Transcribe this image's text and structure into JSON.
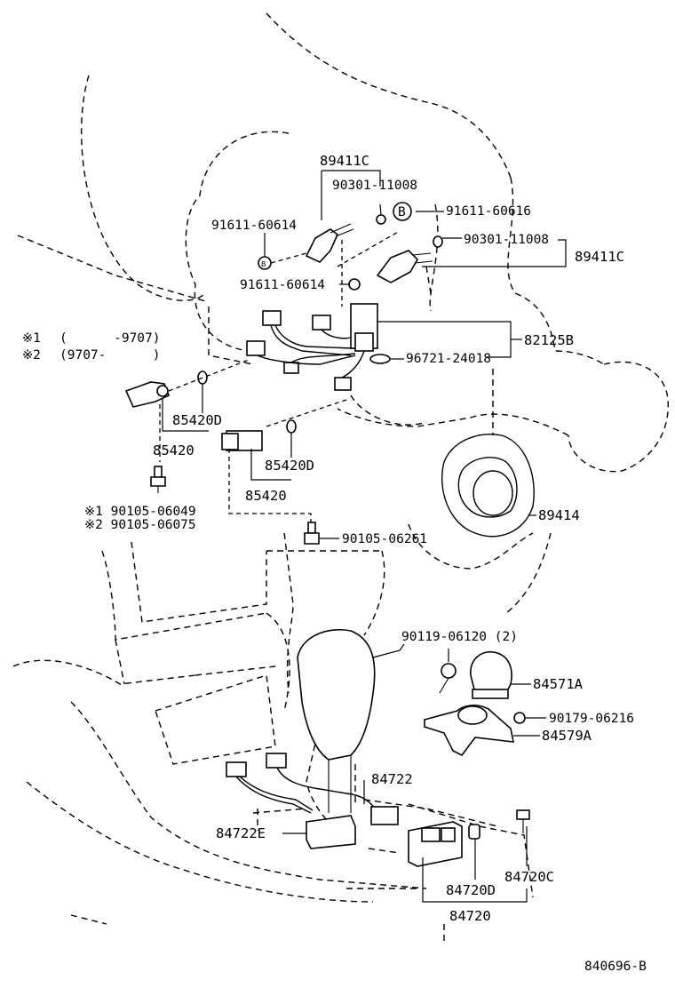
{
  "diagram_id": "840696-B",
  "legend": [
    {
      "mark": "※1",
      "range": "(      -9707)"
    },
    {
      "mark": "※2",
      "range": "(9707-      )"
    }
  ],
  "labels": {
    "p89411C_top": "89411C",
    "p90301_top": "90301-11008",
    "p91611_60614_top": "91611-60614",
    "pB": "B",
    "p91611_60616": "91611-60616",
    "p90301_right": "90301-11008",
    "p89411C_right": "89411C",
    "p91611_60614_mid": "91611-60614",
    "p82125B": "82125B",
    "p96721": "96721-24018",
    "p85420D_a": "85420D",
    "p85420_a": "85420",
    "p85420D_b": "85420D",
    "p85420_b": "85420",
    "p90105_06049": "※1 90105-06049",
    "p90105_06075": "※2 90105-06075",
    "p90105_06261": "90105-06261",
    "p89414": "89414",
    "p90119": "90119-06120 (2)",
    "p84571A": "84571A",
    "p90179": "90179-06216",
    "p84579A": "84579A",
    "p84722": "84722",
    "p84722E": "84722E",
    "p84720C": "84720C",
    "p84720D": "84720D",
    "p84720": "84720"
  }
}
